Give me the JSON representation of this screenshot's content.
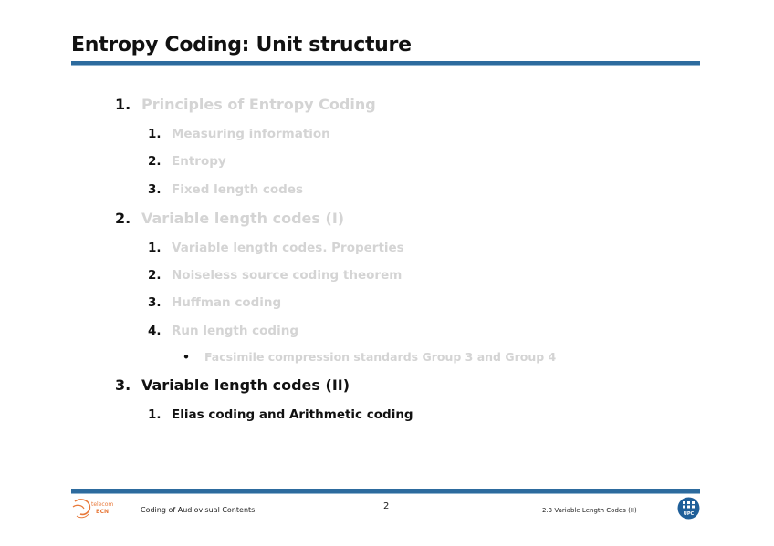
{
  "slide": {
    "title": "Entropy Coding: Unit structure"
  },
  "outline": [
    {
      "level": 1,
      "num": "1.",
      "text": "Principles of Entropy Coding",
      "state": "dim"
    },
    {
      "level": 2,
      "num": "1.",
      "text": "Measuring information",
      "state": "dim"
    },
    {
      "level": 2,
      "num": "2.",
      "text": "Entropy",
      "state": "dim"
    },
    {
      "level": 2,
      "num": "3.",
      "text": "Fixed length codes",
      "state": "dim"
    },
    {
      "level": 1,
      "num": "2.",
      "text": "Variable length codes (I)",
      "state": "dim"
    },
    {
      "level": 2,
      "num": "1.",
      "text": "Variable length codes. Properties",
      "state": "dim"
    },
    {
      "level": 2,
      "num": "2.",
      "text": "Noiseless source coding theorem",
      "state": "dim"
    },
    {
      "level": 2,
      "num": "3.",
      "text": "Huffman coding",
      "state": "dim"
    },
    {
      "level": 2,
      "num": "4.",
      "text": "Run length coding",
      "state": "dim"
    },
    {
      "level": 3,
      "num": "•",
      "text": "Facsimile compression standards Group 3 and Group 4",
      "state": "dim"
    },
    {
      "level": 1,
      "num": "3.",
      "text": "Variable length codes (II)",
      "state": "on"
    },
    {
      "level": 2,
      "num": "1.",
      "text": "Elias coding and Arithmetic coding",
      "state": "on"
    }
  ],
  "footer": {
    "left_text": "Coding of Audiovisual Contents",
    "page_number": "2",
    "right_text": "2.3 Variable Length Codes (II)",
    "logo_left_top": "telecom",
    "logo_left_bottom": "BCN",
    "logo_right_label": "UPC"
  },
  "colors": {
    "rule": "#2d6b9e",
    "dimmed_text": "#d4d4d4",
    "active_text": "#111111",
    "logo_orange": "#e8793a",
    "logo_blue": "#1f5f99"
  }
}
